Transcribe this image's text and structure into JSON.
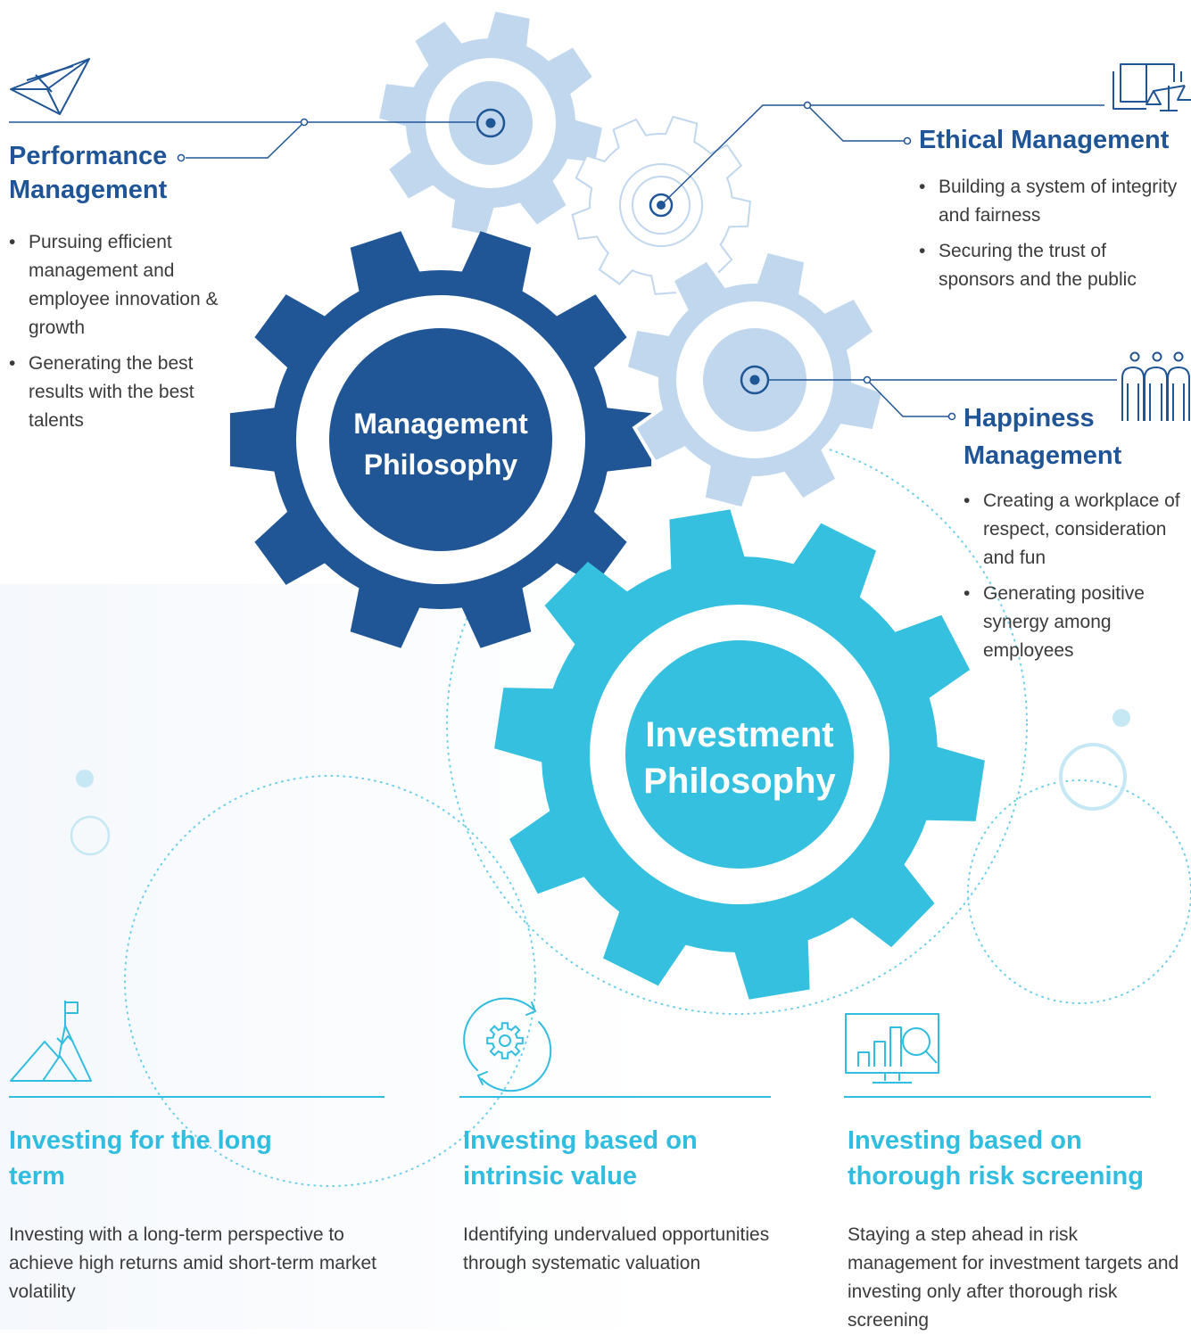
{
  "management": {
    "center_title": "Management Philosophy",
    "performance": {
      "title": "Performance Management",
      "bullets": [
        "Pursuing efficient management and employee innovation & growth",
        "Generating the best results with the best talents"
      ],
      "icon": "paper-plane-icon"
    },
    "ethical": {
      "title": "Ethical Management",
      "bullets": [
        "Building a system of integrity and fairness",
        "Securing the trust of sponsors and the public"
      ],
      "icon": "book-scale-icon"
    },
    "happiness": {
      "title": "Happiness Management",
      "bullets": [
        "Creating a workplace of respect, consideration and fun",
        "Generating positive synergy among employees"
      ],
      "icon": "people-group-icon"
    }
  },
  "investment": {
    "center_title": "Investment Philosophy",
    "items": [
      {
        "title": "Investing for the long term",
        "desc": "Investing with a long-term perspective to achieve high returns amid short-term market volatility",
        "icon": "mountain-flag-icon"
      },
      {
        "title": "Investing based on intrinsic value",
        "desc": "Identifying undervalued opportunities through systematic valuation",
        "icon": "gear-cycle-icon"
      },
      {
        "title": "Investing based on thorough risk screening",
        "desc": "Staying a step ahead in risk management for investment targets and investing only after thorough risk screening",
        "icon": "chart-magnifier-icon"
      }
    ]
  },
  "colors": {
    "dark_blue": "#1f5597",
    "cyan": "#30bde0",
    "light_blue": "#c0d7ed",
    "text": "#3b3b3b"
  }
}
